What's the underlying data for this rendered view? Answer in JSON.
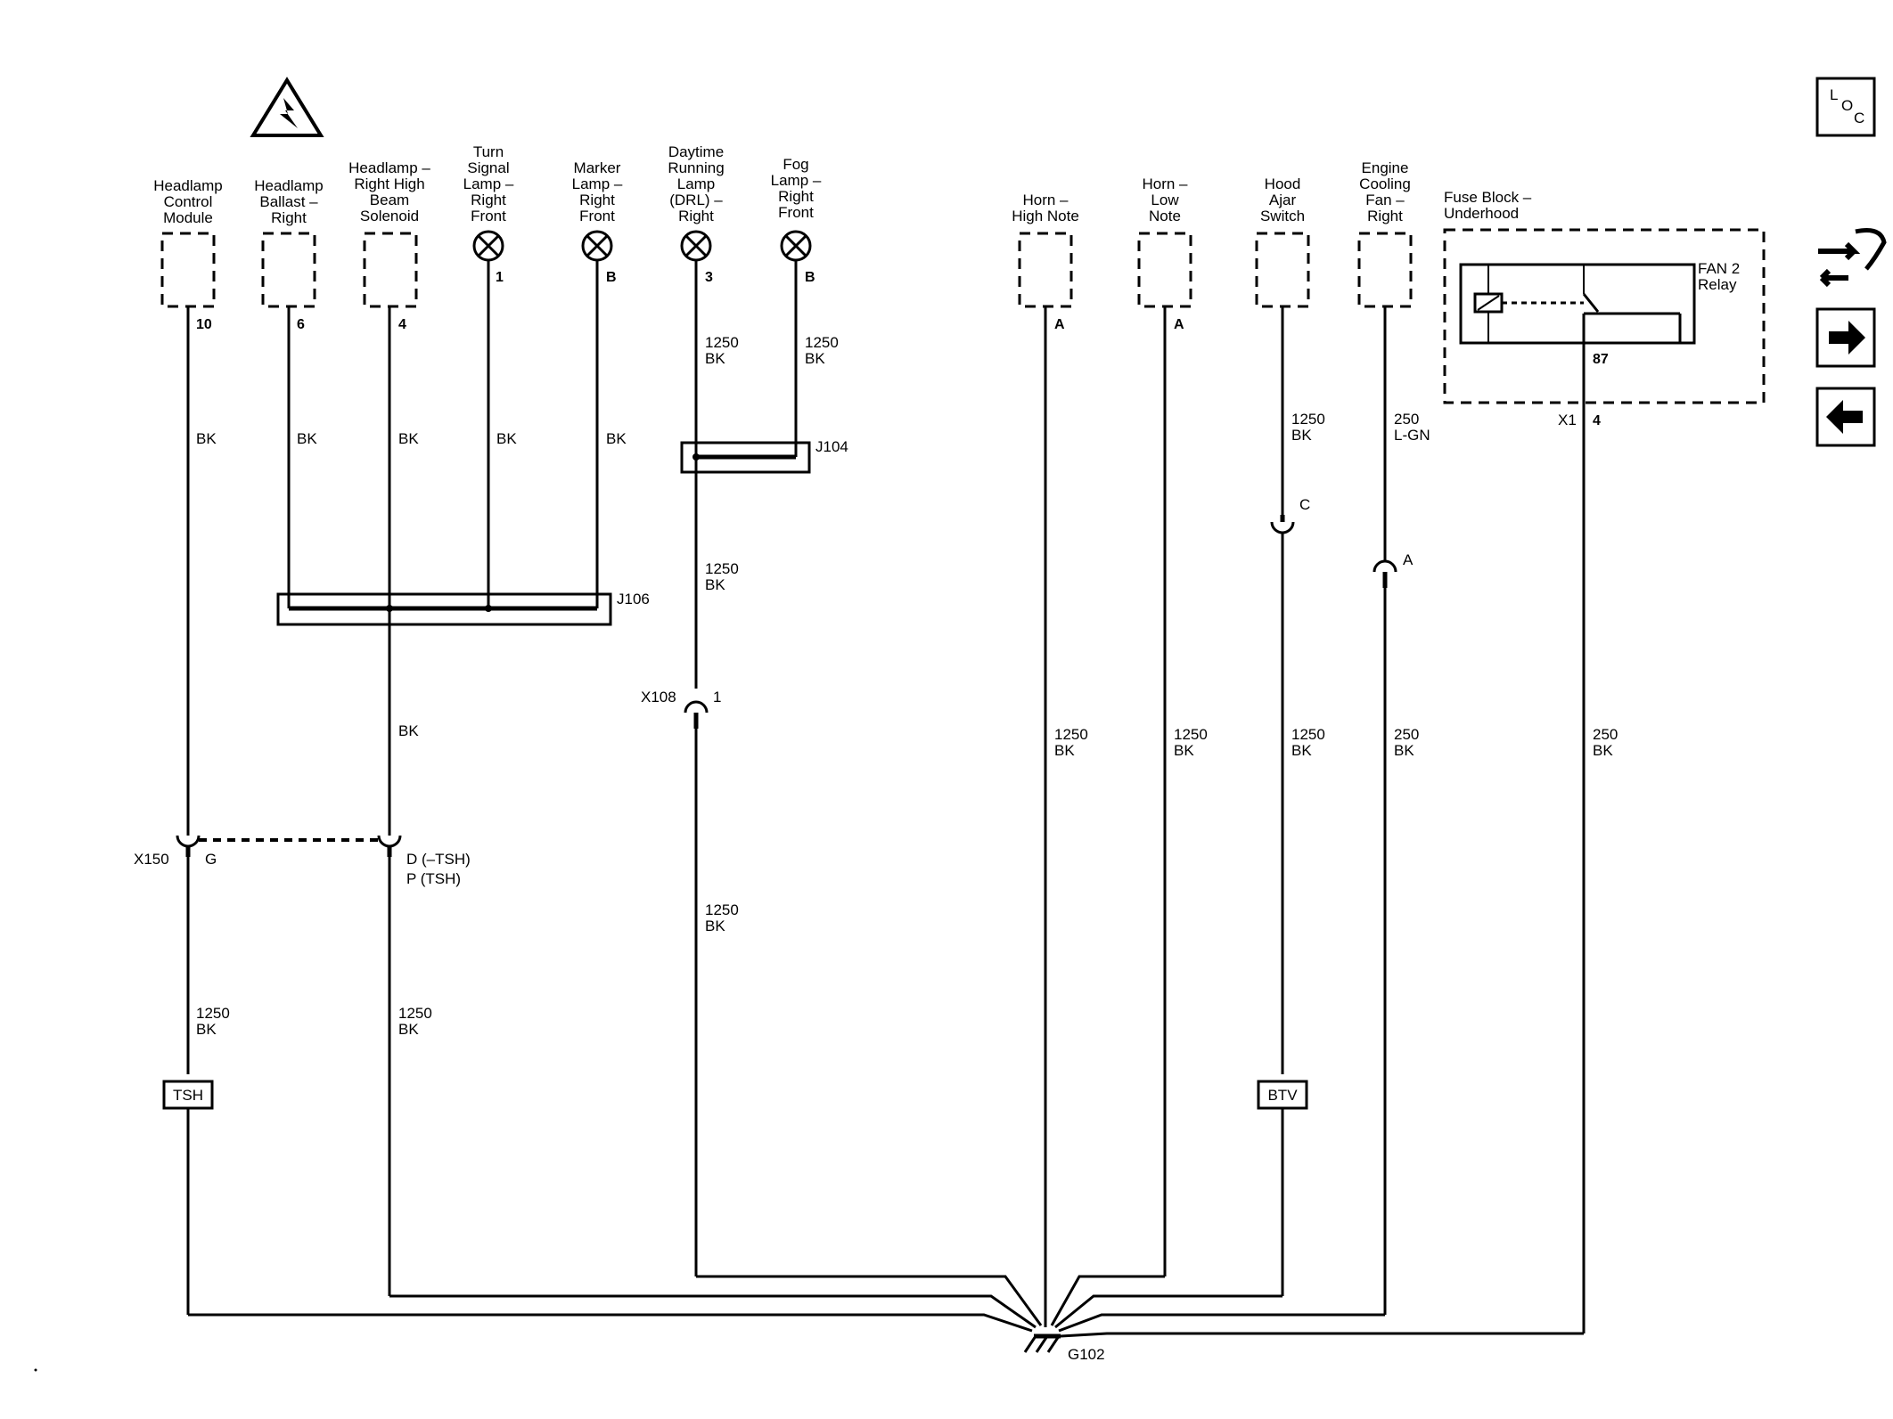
{
  "components": {
    "headlamp_control_module": {
      "name": [
        "Headlamp",
        "Control",
        "Module"
      ],
      "pin": "10"
    },
    "headlamp_ballast": {
      "name": [
        "Headlamp",
        "Ballast –",
        "Right"
      ],
      "pin": "6"
    },
    "headlamp_solenoid": {
      "name": [
        "Headlamp –",
        "Right High",
        "Beam",
        "Solenoid"
      ],
      "pin": "4"
    },
    "turn_signal": {
      "name": [
        "Turn",
        "Signal",
        "Lamp –",
        "Right",
        "Front"
      ],
      "pin": "1"
    },
    "marker_lamp": {
      "name": [
        "Marker",
        "Lamp –",
        "Right",
        "Front"
      ],
      "pin": "B"
    },
    "drl": {
      "name": [
        "Daytime",
        "Running",
        "Lamp",
        "(DRL) –",
        "Right"
      ],
      "pin": "3"
    },
    "fog_lamp": {
      "name": [
        "Fog",
        "Lamp –",
        "Right",
        "Front"
      ],
      "pin": "B"
    },
    "horn_high": {
      "name": [
        "Horn –",
        "High Note"
      ],
      "pin": "A"
    },
    "horn_low": {
      "name": [
        "Horn –",
        "Low",
        "Note"
      ],
      "pin": "A"
    },
    "hood_ajar": {
      "name": [
        "Hood",
        "Ajar",
        "Switch"
      ],
      "pin": "C"
    },
    "cooling_fan": {
      "name": [
        "Engine",
        "Cooling",
        "Fan –",
        "Right"
      ],
      "pin": "A"
    },
    "fuse_block": {
      "name": [
        "Fuse Block –",
        "Underhood"
      ],
      "relay": [
        "FAN 2",
        "Relay"
      ],
      "pin_relay": "87",
      "connector": "X1",
      "pin": "4"
    }
  },
  "wires": {
    "bk": "BK",
    "w1250bk": [
      "1250",
      "BK"
    ],
    "w250bk": [
      "250",
      "BK"
    ],
    "w250lgn": [
      "250",
      "L-GN"
    ]
  },
  "splices": {
    "j104": "J104",
    "j106": "J106"
  },
  "connectors": {
    "x150": "X150",
    "x150_pin": "G",
    "x150_pin2": [
      "D (–TSH)",
      "P (TSH)"
    ],
    "x108": "X108",
    "x108_pin": "1"
  },
  "options": {
    "tsh": "TSH",
    "btv": "BTV"
  },
  "ground": "G102",
  "nav": {
    "loc_icon": [
      "L",
      "O",
      "C"
    ],
    "icons": [
      "lightning-warning-icon",
      "loc-icon",
      "wrench-car-icon",
      "next-arrow-icon",
      "previous-arrow-icon"
    ]
  }
}
